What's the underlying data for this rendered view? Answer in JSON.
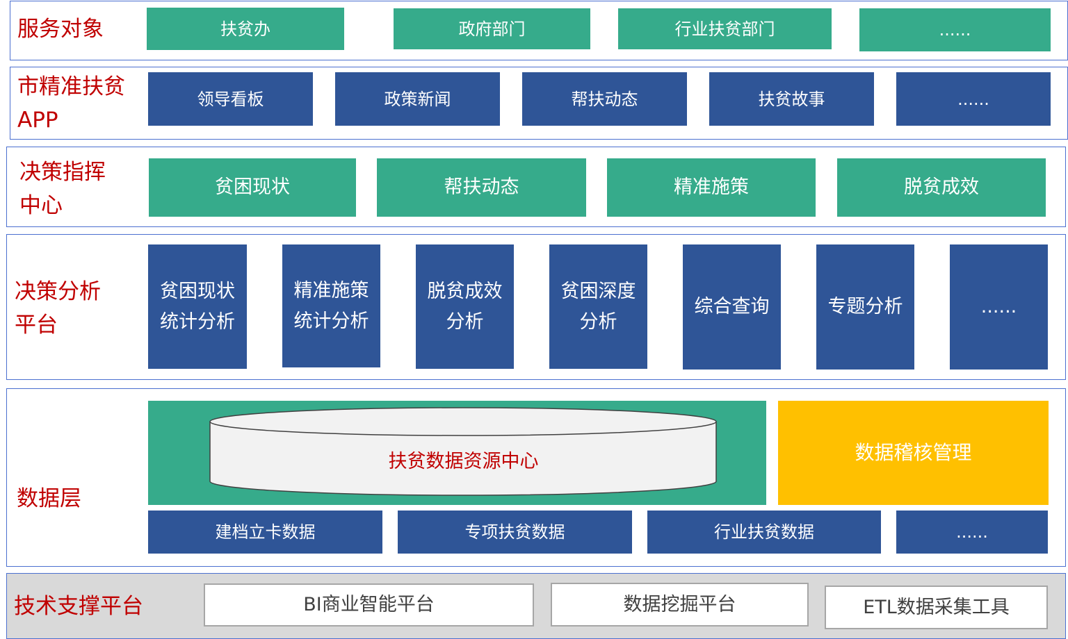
{
  "colors": {
    "green": "#36ab8b",
    "blue": "#2f5597",
    "yellow": "#ffc000",
    "label_red": "#c00000"
  },
  "layers": {
    "service": {
      "label": "服务对象",
      "items": [
        "扶贫办",
        "政府部门",
        "行业扶贫部门",
        "......"
      ]
    },
    "app": {
      "label": "市精准扶贫APP",
      "items": [
        "领导看板",
        "政策新闻",
        "帮扶动态",
        "扶贫故事",
        "......"
      ]
    },
    "command": {
      "label": "决策指挥中心",
      "items": [
        "贫困现状",
        "帮扶动态",
        "精准施策",
        "脱贫成效"
      ]
    },
    "analysis": {
      "label": "决策分析平台",
      "items": [
        "贫困现状统计分析",
        "精准施策统计分析",
        "脱贫成效分析",
        "贫困深度分析",
        "综合查询",
        "专题分析",
        "......"
      ]
    },
    "data": {
      "label": "数据层",
      "resource_center": "扶贫数据资源中心",
      "audit": "数据稽核管理",
      "items": [
        "建档立卡数据",
        "专项扶贫数据",
        "行业扶贫数据",
        "......"
      ]
    },
    "tech": {
      "label": "技术支撑平台",
      "items": [
        "BI商业智能平台",
        "数据挖掘平台",
        "ETL数据采集工具"
      ]
    }
  }
}
